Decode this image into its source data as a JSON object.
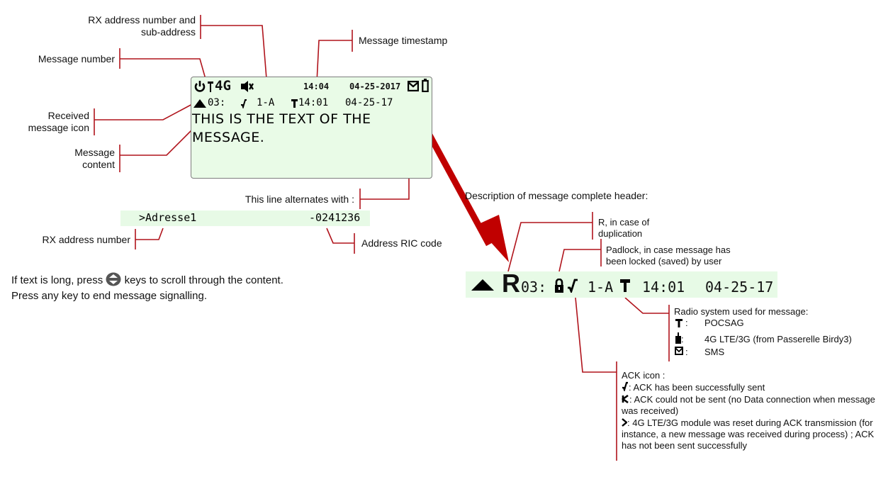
{
  "callouts": {
    "rx_address_subaddress": "RX address number and\nsub-address",
    "message_number": "Message number",
    "message_timestamp": "Message timestamp",
    "received_icon": "Received\nmessage icon",
    "message_content": "Message\ncontent",
    "alternates": "This line alternates with :",
    "rx_address_number": "RX address number",
    "address_ric_code": "Address RIC code",
    "description_heading": "Description of message complete header:",
    "r_duplication": "R, in case of\nduplication",
    "padlock": "Padlock, in case message has\nbeen locked (saved) by user"
  },
  "lcd": {
    "status_time": "14:04",
    "status_date": "04-25-2017",
    "header_msg_no": "03:",
    "header_address": "1-A",
    "header_time": "14:01",
    "header_date": "04-25-17",
    "text_line1": "THIS IS THE TEXT OF THE",
    "text_line2": "MESSAGE.",
    "alt_left": ">Adresse1",
    "alt_right": "-0241236"
  },
  "instructions": {
    "line1_prefix": "If text is long, press",
    "line1_suffix": "keys to scroll through the content.",
    "line2": "Press any key to end message signalling."
  },
  "big_header": {
    "r": "R",
    "msg_no": "03:",
    "address": "1-A",
    "time": "14:01",
    "date": "04-25-17"
  },
  "radio": {
    "title": "Radio system used for message:",
    "pocsag": "POCSAG",
    "lte": "4G LTE/3G (from Passerelle Birdy3)",
    "sms": "SMS"
  },
  "ack": {
    "title": "ACK icon :",
    "sent": ": ACK has been successfully sent",
    "not_sent": ": ACK could not be sent (no Data connection when message was received)",
    "reset": ": 4G LTE/3G module was reset during ACK transmission (for instance, a new message was received during process) ; ACK has not been sent successfully"
  },
  "colors": {
    "leader": "#b0141c",
    "arrow": "#c00000",
    "lcd_bg": "#e9fbe7"
  }
}
